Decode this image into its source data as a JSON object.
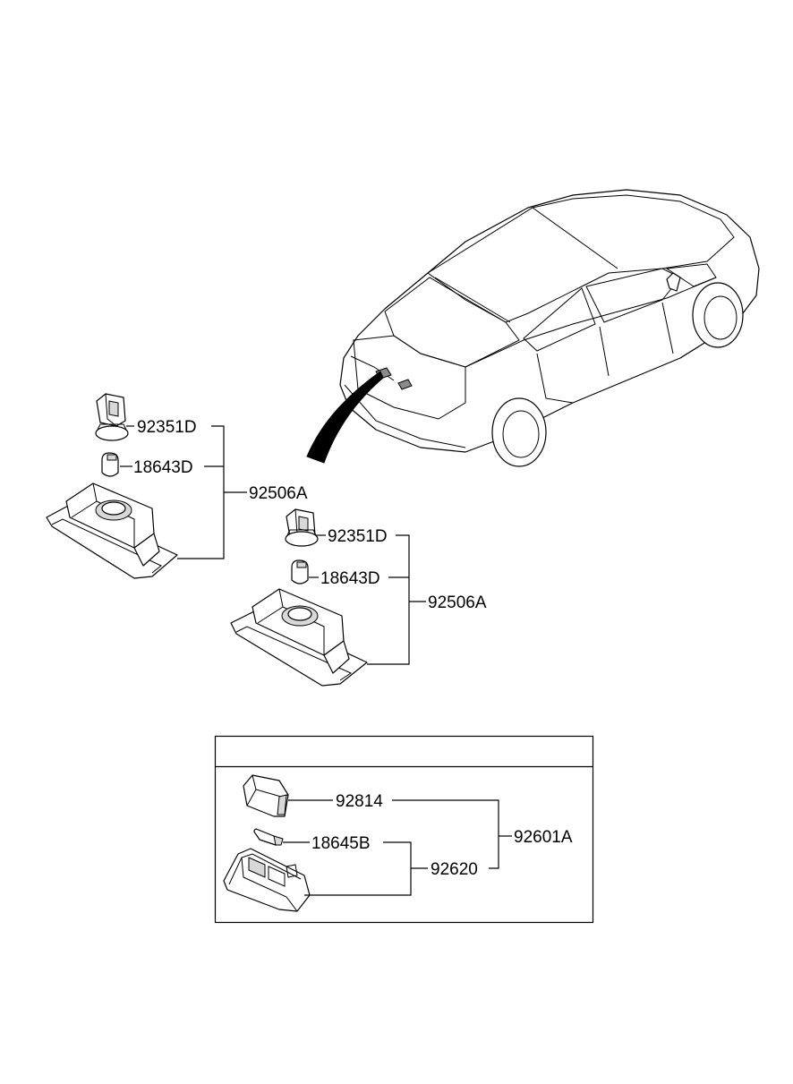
{
  "diagram": {
    "groups": [
      {
        "assembly": "92506A",
        "parts": [
          {
            "part_number": "92351D",
            "icon": "bulb-socket-icon"
          },
          {
            "part_number": "18643D",
            "icon": "bulb-icon"
          },
          {
            "part_number": "",
            "icon": "license-lamp-housing-icon"
          }
        ]
      },
      {
        "assembly": "92506A",
        "parts": [
          {
            "part_number": "92351D",
            "icon": "bulb-socket-icon"
          },
          {
            "part_number": "18643D",
            "icon": "bulb-icon"
          },
          {
            "part_number": "",
            "icon": "license-lamp-housing-icon"
          }
        ]
      }
    ],
    "inset_box": {
      "header": "",
      "assembly": "92601A",
      "parts": [
        {
          "part_number": "92814",
          "icon": "lamp-lens-cover-icon"
        },
        {
          "part_number": "18645B",
          "icon": "festoon-bulb-icon"
        },
        {
          "part_number": "92620",
          "icon": "lamp-housing-icon"
        }
      ]
    },
    "vehicle_icon": "hatchback-car-rear-view-icon",
    "pointer_icon": "curved-arrow-icon"
  }
}
